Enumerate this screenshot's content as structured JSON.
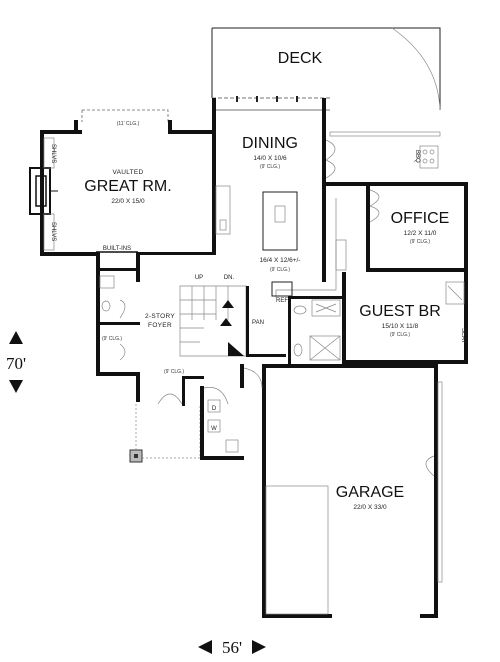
{
  "rooms": {
    "deck": {
      "name": "DECK"
    },
    "dining": {
      "name": "DINING",
      "dims": "14/0 X 10/6",
      "ceiling": "(9' CLG.)"
    },
    "great_room": {
      "prefix": "VAULTED",
      "name": "GREAT RM.",
      "dims": "22/0 X 15/0",
      "ceiling": "(11' CLG.)"
    },
    "kitchen": {
      "dims": "16/4 X 12/6+/-",
      "ceiling": "(9' CLG.)"
    },
    "office": {
      "name": "OFFICE",
      "dims": "12/2 X 11/0",
      "ceiling": "(9' CLG.)"
    },
    "guest_br": {
      "name": "GUEST BR",
      "dims": "15/10 X 11/8",
      "ceiling": "(9' CLG.)"
    },
    "foyer": {
      "name_line1": "2-STORY",
      "name_line2": "FOYER"
    },
    "garage": {
      "name": "GARAGE",
      "dims": "22/0 X 33/0"
    }
  },
  "labels": {
    "bbq": "BBQ",
    "shlvs": "SHLVS",
    "built_ins": "BUILT-INS",
    "up": "UP",
    "dn": "DN.",
    "pan": "PAN",
    "ref": "REF",
    "seat": "SEAT",
    "w": "W",
    "d": "D",
    "clg_9": "(9' CLG.)"
  },
  "overall_dims": {
    "height": "70'",
    "width": "56'"
  }
}
